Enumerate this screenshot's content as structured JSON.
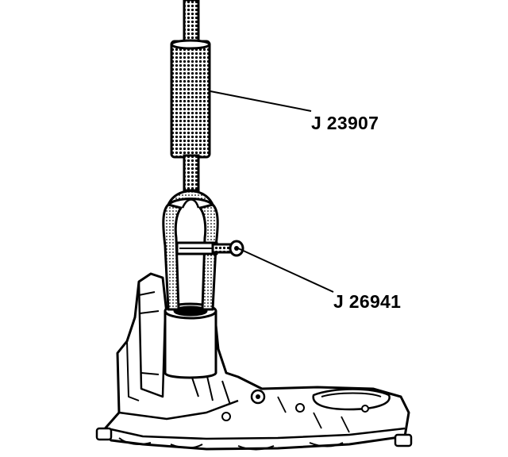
{
  "callouts": [
    {
      "id": "j23907",
      "label": "J 23907",
      "part": "slide-hammer"
    },
    {
      "id": "j26941",
      "label": "J 26941",
      "part": "bearing-puller"
    }
  ],
  "colors": {
    "ink": "#000000",
    "paper": "#ffffff"
  }
}
